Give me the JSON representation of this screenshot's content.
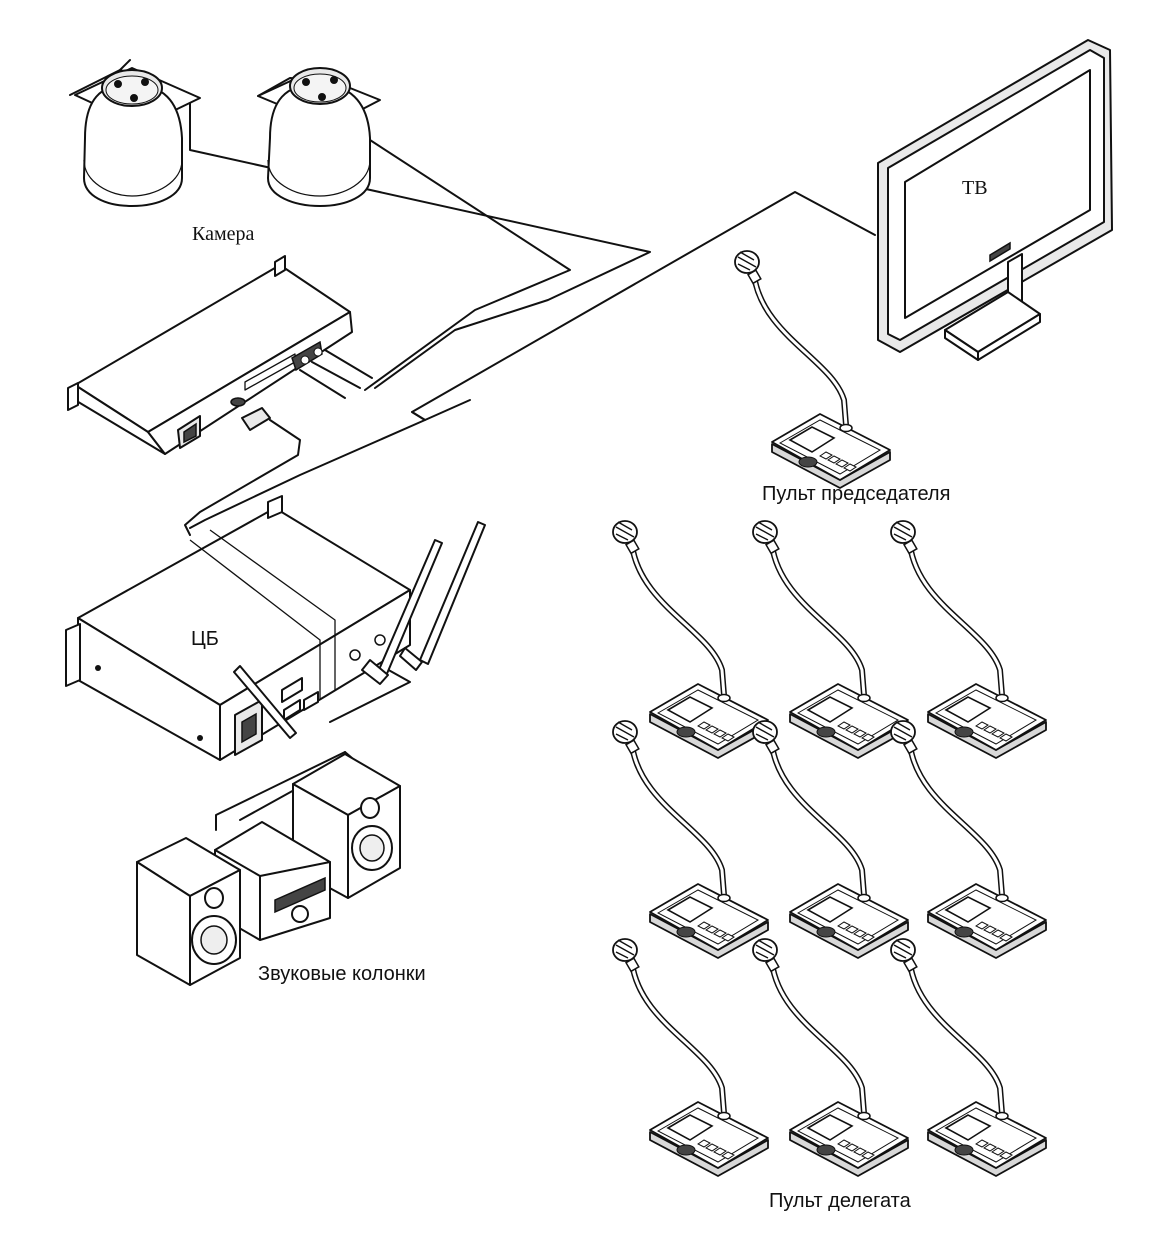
{
  "labels": {
    "camera": "Камера",
    "tv": "ТВ",
    "central_unit": "ЦБ",
    "chairman_unit": "Пульт председателя",
    "speakers": "Звуковые колонки",
    "delegate_unit": "Пульт делегата"
  }
}
